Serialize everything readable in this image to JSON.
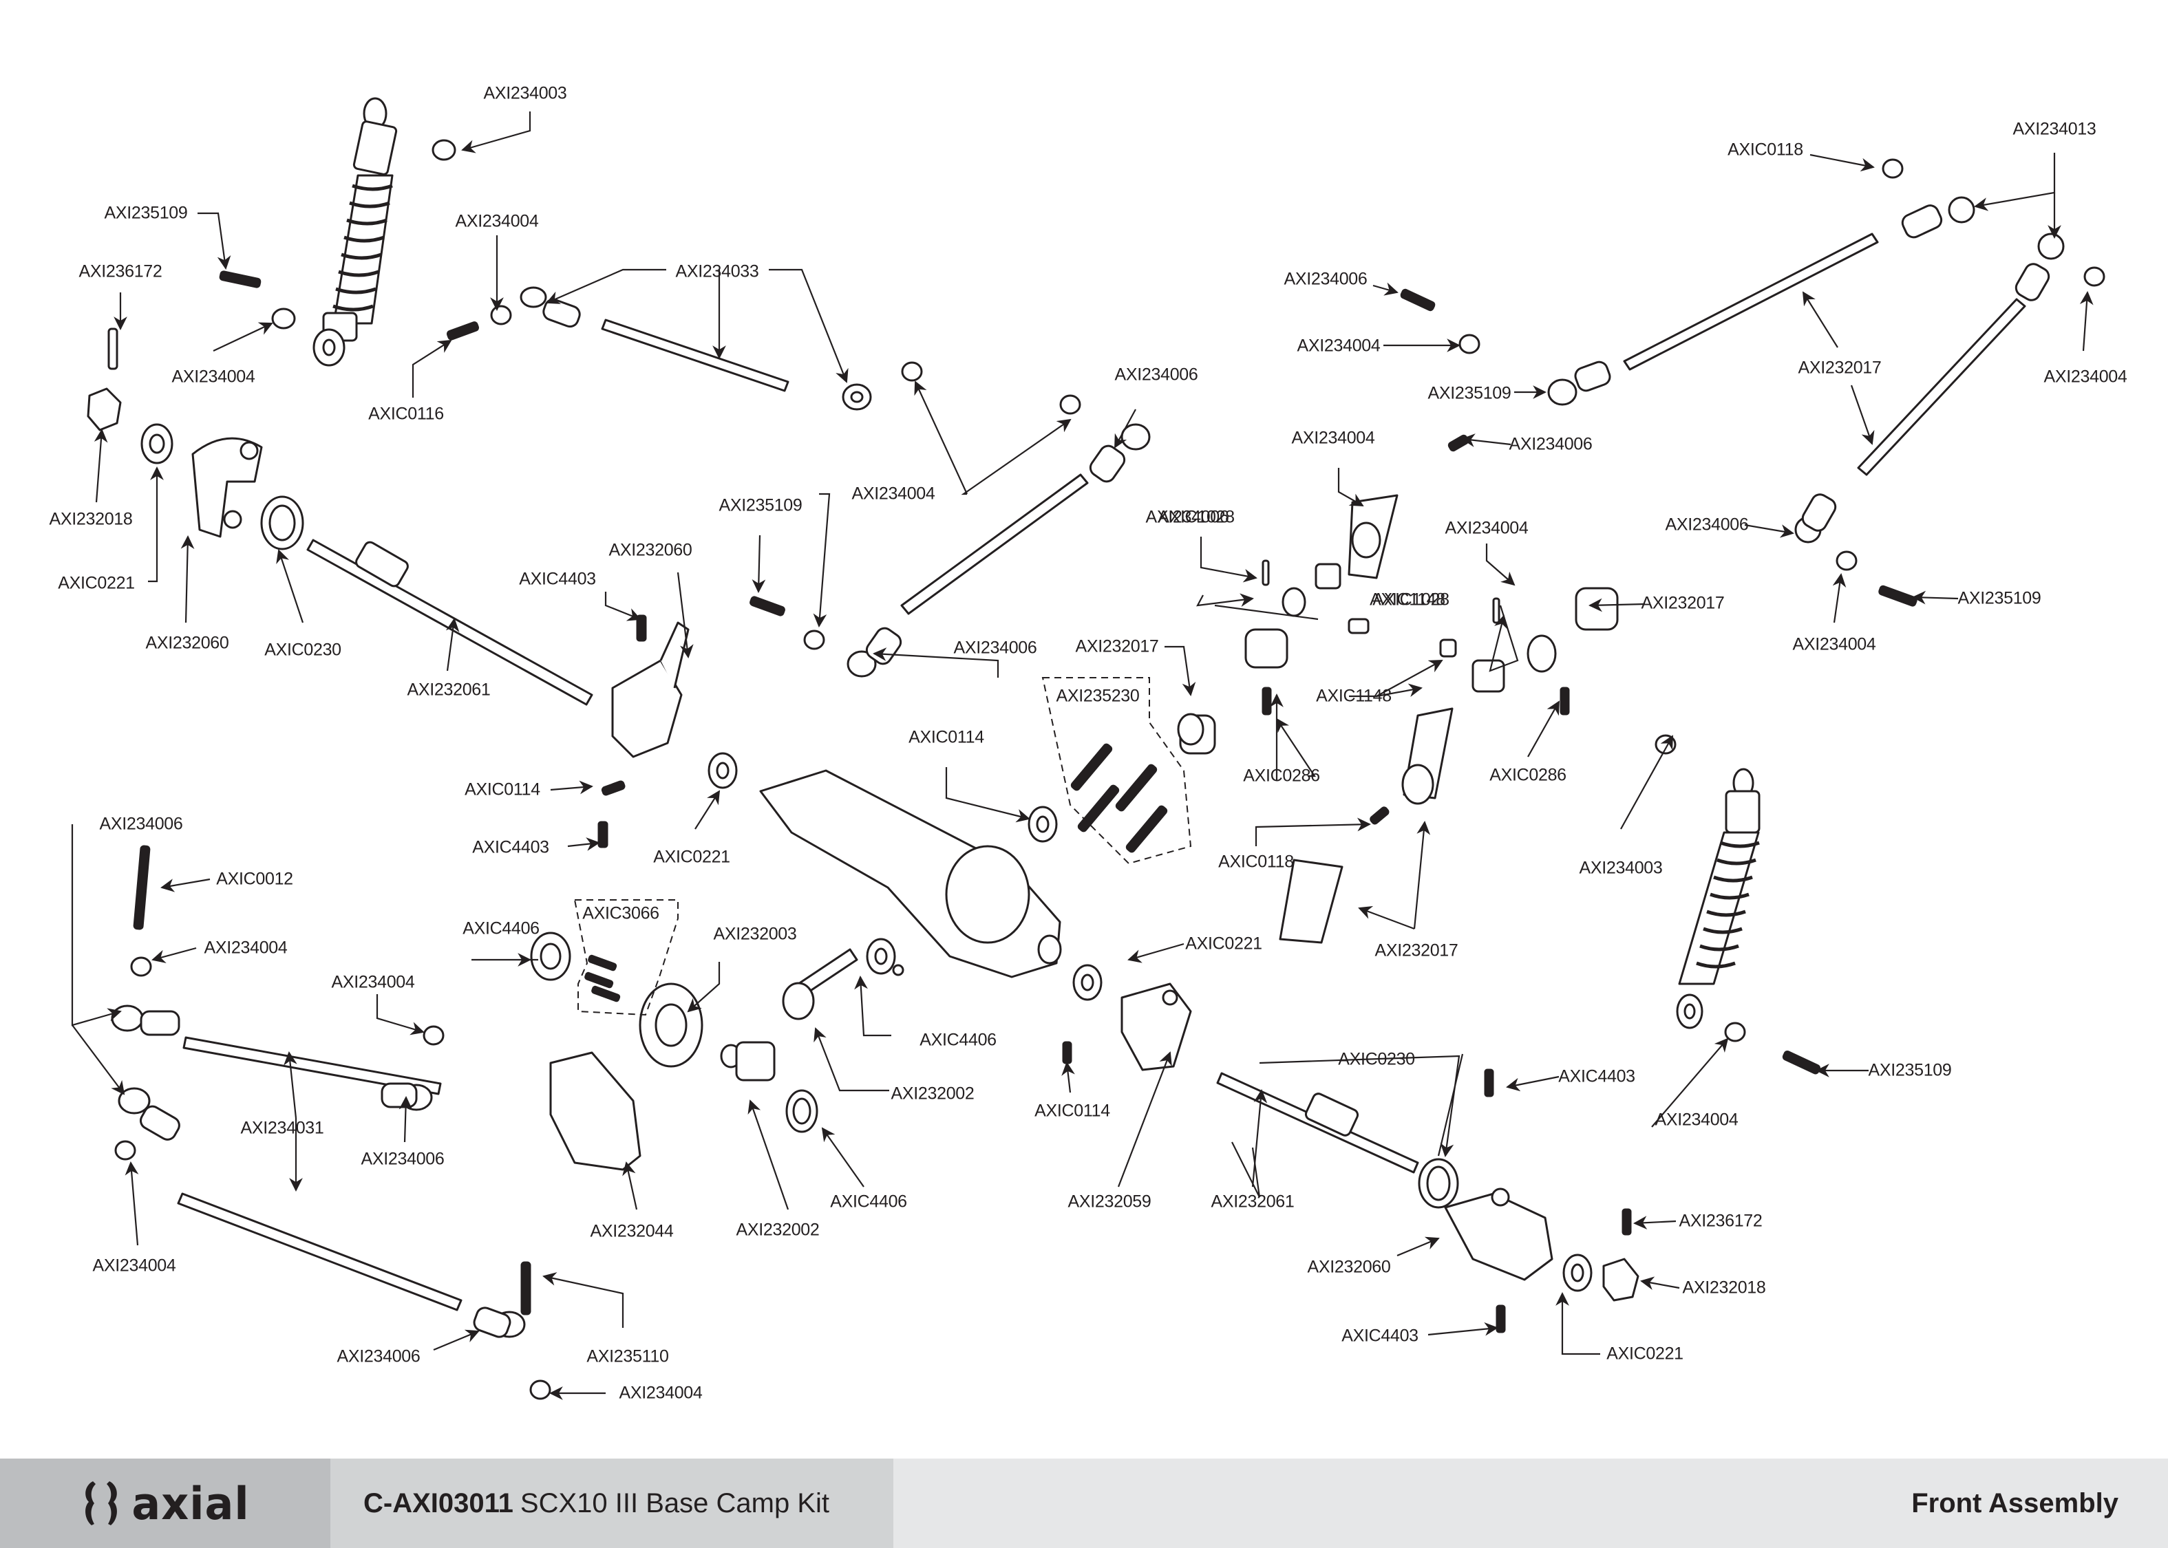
{
  "document": {
    "brand": "axial",
    "kit_code": "C-AXI03011",
    "kit_name": "SCX10 III Base Camp Kit",
    "section_title": "Front Assembly"
  },
  "colors": {
    "ink": "#231f20",
    "footer_logo_bg": "#bcbec0",
    "footer_title_bg": "#d1d3d4",
    "footer_bg": "#e6e7e8"
  },
  "callouts": [
    {
      "id": "c1",
      "part": "AXI234003"
    },
    {
      "id": "c2",
      "part": "AXI235109"
    },
    {
      "id": "c3",
      "part": "AXI236172"
    },
    {
      "id": "c4",
      "part": "AXI234004"
    },
    {
      "id": "c5",
      "part": "AXI234004"
    },
    {
      "id": "c6",
      "part": "AXI234033"
    },
    {
      "id": "c7",
      "part": "AXIC0116"
    },
    {
      "id": "c8",
      "part": "AXI232018"
    },
    {
      "id": "c9",
      "part": "AXIC0221"
    },
    {
      "id": "c10",
      "part": "AXI232060"
    },
    {
      "id": "c11",
      "part": "AXIC0230"
    },
    {
      "id": "c12",
      "part": "AXI232061"
    },
    {
      "id": "c13",
      "part": "AXIC4403"
    },
    {
      "id": "c14",
      "part": "AXI232060"
    },
    {
      "id": "c15",
      "part": "AXIC0114"
    },
    {
      "id": "c16",
      "part": "AXIC4403"
    },
    {
      "id": "c17",
      "part": "AXIC0221"
    },
    {
      "id": "c18",
      "part": "AXI235109"
    },
    {
      "id": "c19",
      "part": "AXI234004"
    },
    {
      "id": "c20",
      "part": "AXI234006"
    },
    {
      "id": "c21",
      "part": "AXI234006"
    },
    {
      "id": "c22",
      "part": "AXIC1028"
    },
    {
      "id": "c23",
      "part": "AXI232017"
    },
    {
      "id": "c24",
      "part": "AXI235230"
    },
    {
      "id": "c25",
      "part": "AXIC0286"
    },
    {
      "id": "c26",
      "part": "AXIC0114"
    },
    {
      "id": "c27",
      "part": "AXI234004"
    },
    {
      "id": "c28",
      "part": "AXI234006"
    },
    {
      "id": "c29",
      "part": "AXI235109"
    },
    {
      "id": "c30",
      "part": "AXI234004"
    },
    {
      "id": "c31",
      "part": "AXI234006"
    },
    {
      "id": "c32",
      "part": "AXI232017"
    },
    {
      "id": "c33",
      "part": "AXIC0118"
    },
    {
      "id": "c34",
      "part": "AXI234013"
    },
    {
      "id": "c35",
      "part": "AXI234004"
    },
    {
      "id": "c36",
      "part": "AXI234006"
    },
    {
      "id": "c37",
      "part": "AXI234004"
    },
    {
      "id": "c38",
      "part": "AXI235109"
    },
    {
      "id": "c39",
      "part": "AXI234006"
    },
    {
      "id": "c40",
      "part": "AXI234004"
    },
    {
      "id": "c41",
      "part": "AXIC1148"
    },
    {
      "id": "c42",
      "part": "AXIC1028"
    },
    {
      "id": "c43",
      "part": "AXI232017"
    },
    {
      "id": "c44",
      "part": "AXIC1148"
    },
    {
      "id": "c45",
      "part": "AXIC0286"
    },
    {
      "id": "c46",
      "part": "AXIC0118"
    },
    {
      "id": "c47",
      "part": "AXI232017"
    },
    {
      "id": "c48",
      "part": "AXI234003"
    },
    {
      "id": "c49",
      "part": "AXIC0221"
    },
    {
      "id": "c50",
      "part": "AXI234006"
    },
    {
      "id": "c51",
      "part": "AXIC0012"
    },
    {
      "id": "c52",
      "part": "AXI234004"
    },
    {
      "id": "c53",
      "part": "AXI234004"
    },
    {
      "id": "c54",
      "part": "AXIC4406"
    },
    {
      "id": "c55",
      "part": "AXIC3066"
    },
    {
      "id": "c56",
      "part": "AXI232003"
    },
    {
      "id": "c57",
      "part": "AXIC4406"
    },
    {
      "id": "c58",
      "part": "AXI234031"
    },
    {
      "id": "c59",
      "part": "AXI234006"
    },
    {
      "id": "c60",
      "part": "AXI232002"
    },
    {
      "id": "c61",
      "part": "AXIC0114"
    },
    {
      "id": "c62",
      "part": "AXI234004"
    },
    {
      "id": "c63",
      "part": "AXI232044"
    },
    {
      "id": "c64",
      "part": "AXI232002"
    },
    {
      "id": "c65",
      "part": "AXIC4406"
    },
    {
      "id": "c66",
      "part": "AXI232059"
    },
    {
      "id": "c67",
      "part": "AXI232061"
    },
    {
      "id": "c68",
      "part": "AXIC0230"
    },
    {
      "id": "c69",
      "part": "AXIC4403"
    },
    {
      "id": "c70",
      "part": "AXI234006"
    },
    {
      "id": "c71",
      "part": "AXI235110"
    },
    {
      "id": "c72",
      "part": "AXI234004"
    },
    {
      "id": "c73",
      "part": "AXI236172"
    },
    {
      "id": "c74",
      "part": "AXI232060"
    },
    {
      "id": "c75",
      "part": "AXI232018"
    },
    {
      "id": "c76",
      "part": "AXIC4403"
    },
    {
      "id": "c77",
      "part": "AXIC0221"
    },
    {
      "id": "c78",
      "part": "AXI234004"
    },
    {
      "id": "c79",
      "part": "AXI235109"
    }
  ]
}
